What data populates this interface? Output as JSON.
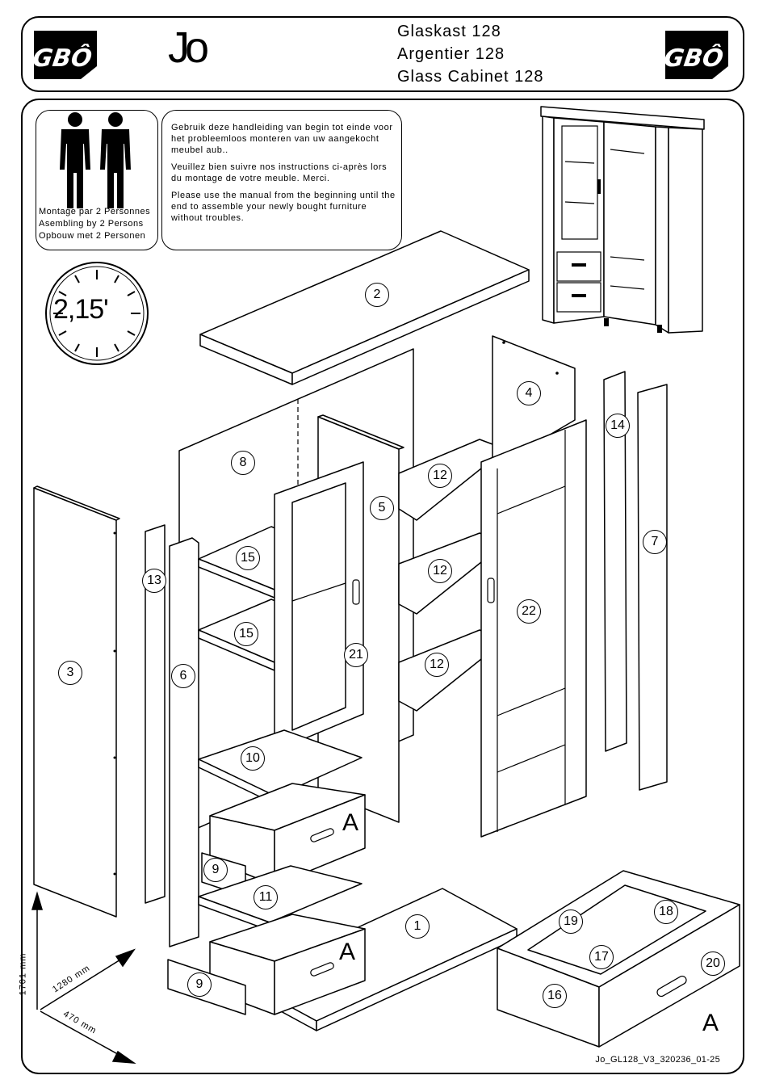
{
  "header": {
    "logo_left_icon": "gbo-logo-icon",
    "logo_right_icon": "gbo-logo-icon",
    "model_name": "Jo",
    "titles": [
      "Glaskast 128",
      "Argentier 128",
      "Glass Cabinet 128"
    ]
  },
  "persons": {
    "icon": "two-persons-icon",
    "lines": [
      "Montage par 2 Personnes",
      "Asembling by 2 Persons",
      "Opbouw met  2 Personen"
    ]
  },
  "instructions": [
    "Gebruik deze handleiding van begin tot einde voor het probleemloos monteren van uw aangekocht meubel aub..",
    "Veuillez bien suivre nos instructions ci-après lors du montage de votre meuble. Merci.",
    "Please use the manual from the beginning until the end to assemble your newly bought furniture without troubles."
  ],
  "clock": {
    "icon": "clock-icon",
    "time": "2,15'"
  },
  "parts": {
    "p1": "1",
    "p2": "2",
    "p3": "3",
    "p4": "4",
    "p5": "5",
    "p6": "6",
    "p7": "7",
    "p8": "8",
    "p9a": "9",
    "p9b": "9",
    "p10": "10",
    "p11": "11",
    "p12a": "12",
    "p12b": "12",
    "p12c": "12",
    "p13": "13",
    "p14": "14",
    "p15a": "15",
    "p15b": "15",
    "p16": "16",
    "p17": "17",
    "p18": "18",
    "p19": "19",
    "p20": "20",
    "p21": "21",
    "p22": "22"
  },
  "drawer_label": {
    "a1": "A",
    "a2": "A",
    "a3": "A"
  },
  "dimensions": {
    "height": "1701 mm",
    "width": "1280 mm",
    "depth": "470 mm"
  },
  "document_code": "Jo_GL128_V3_320236_01-25"
}
